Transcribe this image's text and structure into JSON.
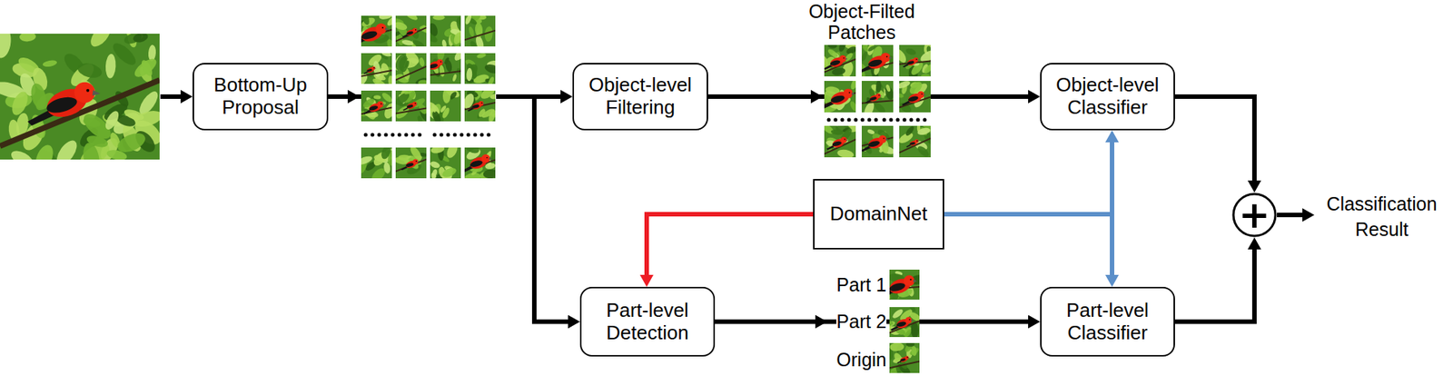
{
  "diagram": {
    "nodes": [
      {
        "text": [
          "Bottom-Up Proposal"
        ]
      },
      {
        "text": [
          "Object-level Filtering"
        ]
      },
      {
        "text": [
          "Object-level Classifier"
        ]
      },
      {
        "text": [
          "DomainNet"
        ]
      },
      {
        "text": [
          "Part-level Detection"
        ]
      },
      {
        "text": [
          "Part-level Classifier"
        ]
      },
      {
        "text": [
          "+"
        ]
      }
    ],
    "edges": [
      {
        "from": 0,
        "to": 1,
        "arrow": "to"
      },
      {
        "from": 0,
        "to": 4,
        "arrow": "to"
      },
      {
        "from": 1,
        "to": 2,
        "arrow": "to"
      },
      {
        "from": 3,
        "to": 4,
        "arrow": "to"
      },
      {
        "from": 3,
        "to": 2,
        "arrow": "to"
      },
      {
        "from": 3,
        "to": 5,
        "arrow": "to"
      },
      {
        "from": 4,
        "to": 5,
        "arrow": "to"
      },
      {
        "from": 2,
        "to": 6,
        "arrow": "to"
      },
      {
        "from": 5,
        "to": 6,
        "arrow": "to"
      }
    ],
    "labels": [
      "Object-Filted Patches",
      "Part 1",
      "Part 2",
      "Origin",
      "Classification Result"
    ]
  }
}
